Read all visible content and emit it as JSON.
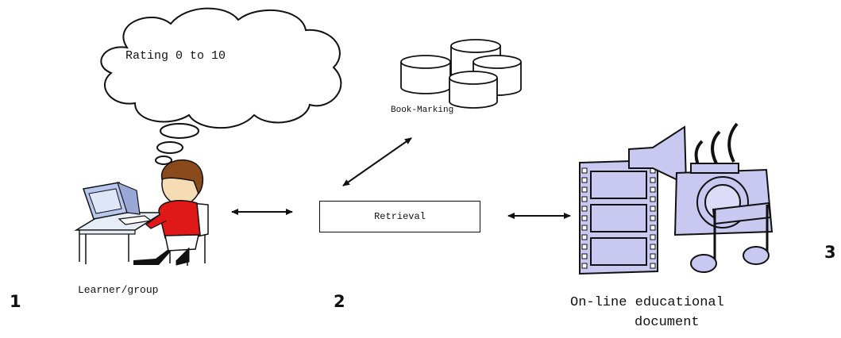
{
  "thought_bubble": {
    "text": "Rating 0 to 10"
  },
  "bookmarking": {
    "label": "Book-Marking"
  },
  "retrieval": {
    "label": "Retrieval"
  },
  "learner": {
    "label": "Learner/group",
    "number": "1"
  },
  "middle": {
    "number": "2"
  },
  "document": {
    "label_line1": "On-line educational",
    "label_line2": "document",
    "number": "3"
  },
  "colors": {
    "ink": "#111111",
    "media_fill": "#c8c8f0",
    "shirt_red": "#e01818",
    "hair_brown": "#8b4a1c",
    "monitor_blue": "#b9c6ee"
  }
}
